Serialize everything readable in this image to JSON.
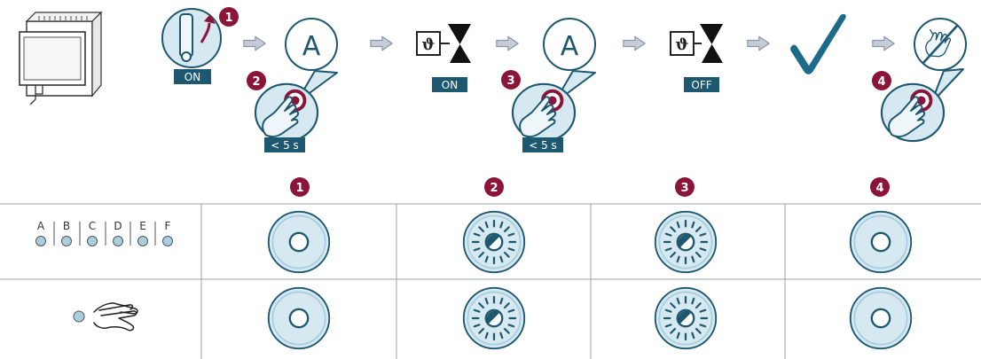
{
  "colors": {
    "teal": "#1d5870",
    "ring_light": "#a9cfdf",
    "ring_fill": "#d6e9f1",
    "dark_red": "#8a1538",
    "arrow_fill": "#c6cbd6",
    "arrow_stroke": "#8c96aa",
    "check": "#1d6a8a",
    "grid": "#9aa6ad"
  },
  "flow": {
    "labels": {
      "on": "ON",
      "on2": "ON",
      "off": "OFF",
      "time1": "< 5 s",
      "time2": "< 5 s",
      "a1": "A",
      "a2": "A"
    },
    "steps": {
      "s1": "1",
      "s2": "2",
      "s3": "3",
      "s4": "4"
    },
    "icons": [
      "device-icon",
      "breaker-switch-icon",
      "valve-icon",
      "checkmark-icon",
      "no-hand-icon",
      "press-button-icon",
      "arrow-right-icon"
    ]
  },
  "table": {
    "headers": [
      "1",
      "2",
      "3",
      "4"
    ],
    "led_letters": [
      "A",
      "B",
      "C",
      "D",
      "E",
      "F"
    ],
    "rows": [
      {
        "states": [
          "static",
          "blinking",
          "blinking",
          "static"
        ]
      },
      {
        "states": [
          "static",
          "blinking",
          "blinking",
          "static"
        ]
      }
    ],
    "row_icons": [
      "led-group-icon",
      "led-hand-icon"
    ]
  }
}
